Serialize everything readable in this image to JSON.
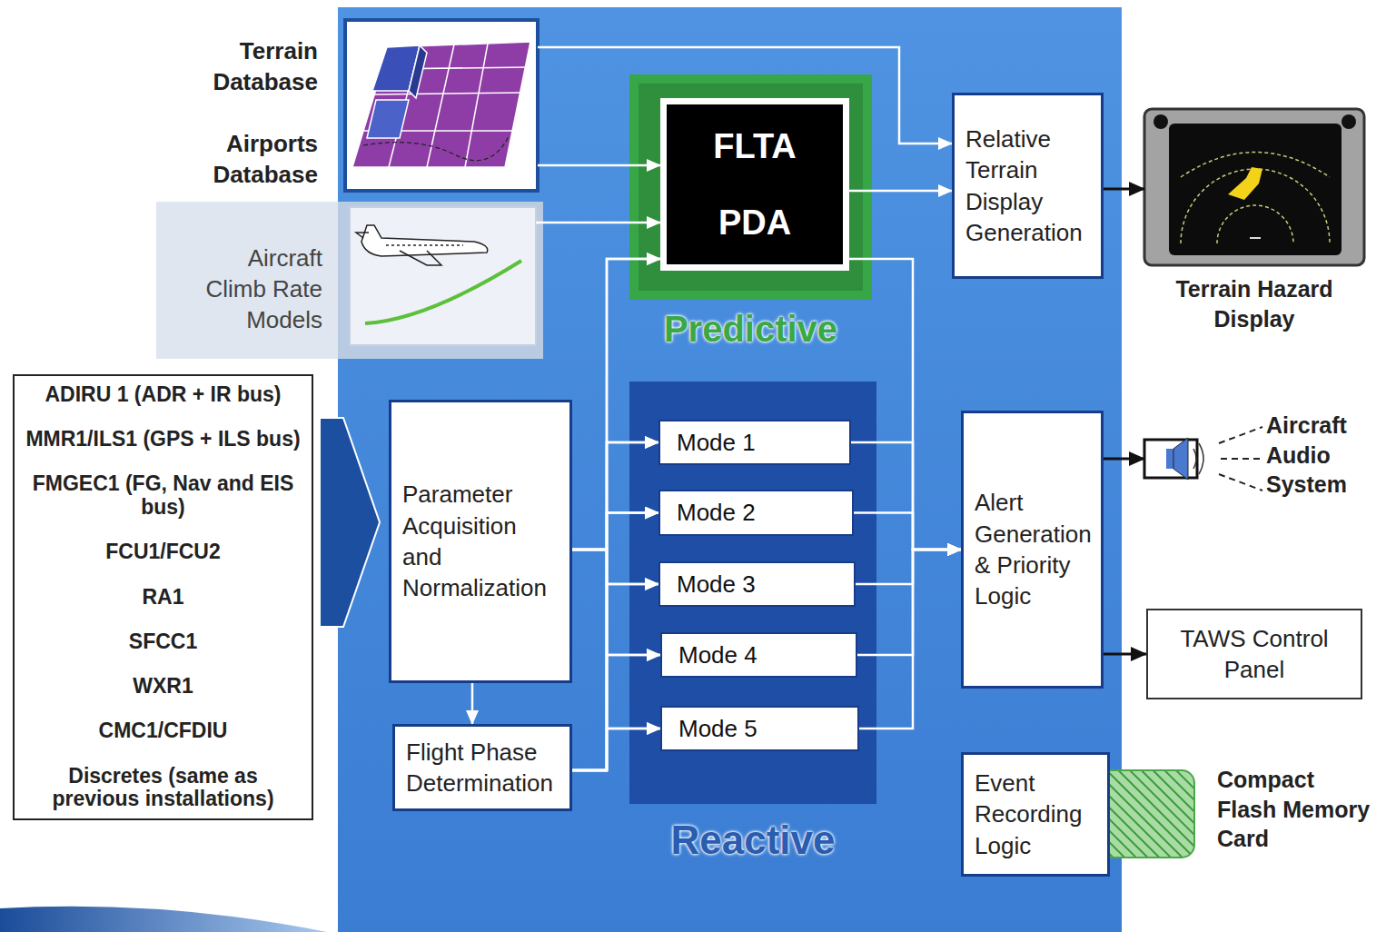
{
  "diagram": {
    "nodes": [
      {
        "text": [
          "Terrain Database",
          "Airports Database"
        ]
      },
      {
        "text": [
          "Aircraft Climb Rate Models"
        ]
      },
      {
        "text": [
          "Predictive"
        ]
      },
      {
        "text": [
          "FLTA",
          "PDA"
        ],
        "in": 2
      },
      {
        "text": [
          "Reactive"
        ]
      },
      {
        "text": [
          "Mode 1"
        ],
        "in": 4
      },
      {
        "text": [
          "Mode 2"
        ],
        "in": 4
      },
      {
        "text": [
          "Mode 3"
        ],
        "in": 4
      },
      {
        "text": [
          "Mode 4"
        ],
        "in": 4
      },
      {
        "text": [
          "Mode 5"
        ],
        "in": 4
      },
      {
        "text": [
          "ADIRU 1 (ADR + IR bus)",
          "MMR1/ILS1 (GPS + ILS bus)",
          "FMGEC1 (FG, Nav and EIS bus)",
          "FCU1/FCU2",
          "RA1",
          "SFCC1",
          "WXR1",
          "CMC1/CFDIU",
          "Discretes (same as previous installations)"
        ]
      },
      {
        "text": [
          "Parameter Acquisition and Normalization"
        ]
      },
      {
        "text": [
          "Flight Phase Determination"
        ]
      },
      {
        "text": [
          "Relative Terrain Display Generation"
        ]
      },
      {
        "text": [
          "Alert Generation & Priority Logic"
        ]
      },
      {
        "text": [
          "Event Recording Logic"
        ]
      },
      {
        "text": [
          "Terrain Hazard Display"
        ]
      },
      {
        "text": [
          "Aircraft Audio System"
        ]
      },
      {
        "text": [
          "TAWS Control Panel"
        ]
      },
      {
        "text": [
          "Compact Flash Memory Card"
        ]
      }
    ],
    "edges": [
      {
        "from": 0,
        "to": 3,
        "arrow": "to"
      },
      {
        "from": 0,
        "to": 13,
        "arrow": "to"
      },
      {
        "from": 1,
        "to": 3,
        "arrow": "to"
      },
      {
        "from": 3,
        "to": 13,
        "arrow": "to"
      },
      {
        "from": 3,
        "to": 14,
        "arrow": "to"
      },
      {
        "from": 10,
        "to": 11,
        "arrow": "to"
      },
      {
        "from": 11,
        "to": 12,
        "arrow": "to"
      },
      {
        "from": 11,
        "to": 3,
        "arrow": "to"
      },
      {
        "from": 11,
        "to": 5,
        "arrow": "to"
      },
      {
        "from": 11,
        "to": 6,
        "arrow": "to"
      },
      {
        "from": 11,
        "to": 7,
        "arrow": "to"
      },
      {
        "from": 11,
        "to": 8,
        "arrow": "to"
      },
      {
        "from": 11,
        "to": 9,
        "arrow": "to"
      },
      {
        "from": 12,
        "to": 3,
        "arrow": "to"
      },
      {
        "from": 12,
        "to": 5,
        "arrow": "to"
      },
      {
        "from": 12,
        "to": 6,
        "arrow": "to"
      },
      {
        "from": 12,
        "to": 7,
        "arrow": "to"
      },
      {
        "from": 12,
        "to": 8,
        "arrow": "to"
      },
      {
        "from": 12,
        "to": 9,
        "arrow": "to"
      },
      {
        "from": 5,
        "to": 14,
        "arrow": "to"
      },
      {
        "from": 6,
        "to": 14,
        "arrow": "to"
      },
      {
        "from": 7,
        "to": 14,
        "arrow": "to"
      },
      {
        "from": 8,
        "to": 14,
        "arrow": "to"
      },
      {
        "from": 9,
        "to": 14,
        "arrow": "to"
      },
      {
        "from": 13,
        "to": 16,
        "arrow": "to"
      },
      {
        "from": 14,
        "to": 17,
        "arrow": "to"
      },
      {
        "from": 14,
        "to": 18,
        "arrow": "to"
      }
    ]
  }
}
